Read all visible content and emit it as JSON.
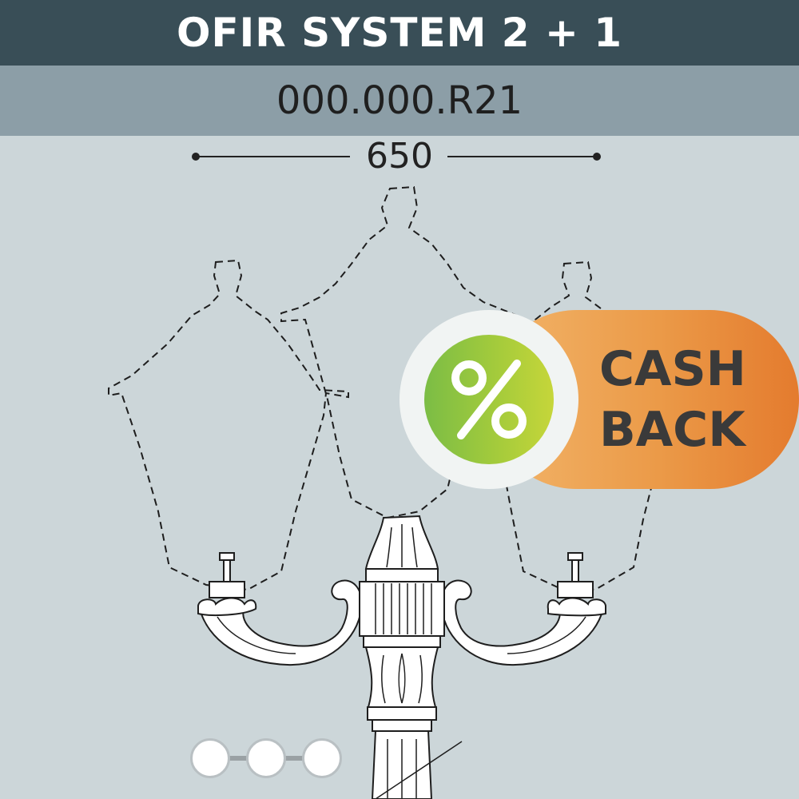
{
  "product": {
    "title": "OFIR SYSTEM 2 + 1",
    "code": "000.000.R21"
  },
  "drawing": {
    "width_dimension": "650",
    "line_color": "#1e1e1e"
  },
  "badge": {
    "line1": "CASH",
    "line2": "BACK",
    "icon": "percent-icon",
    "pill_colors": [
      "#f2b56a",
      "#e47b2e"
    ],
    "circle_colors": [
      "#7bbd45",
      "#c6d63a"
    ]
  },
  "colors": {
    "title_bar": "#394e57",
    "code_bar": "#8c9ea7",
    "background": "#ccd6d9"
  }
}
